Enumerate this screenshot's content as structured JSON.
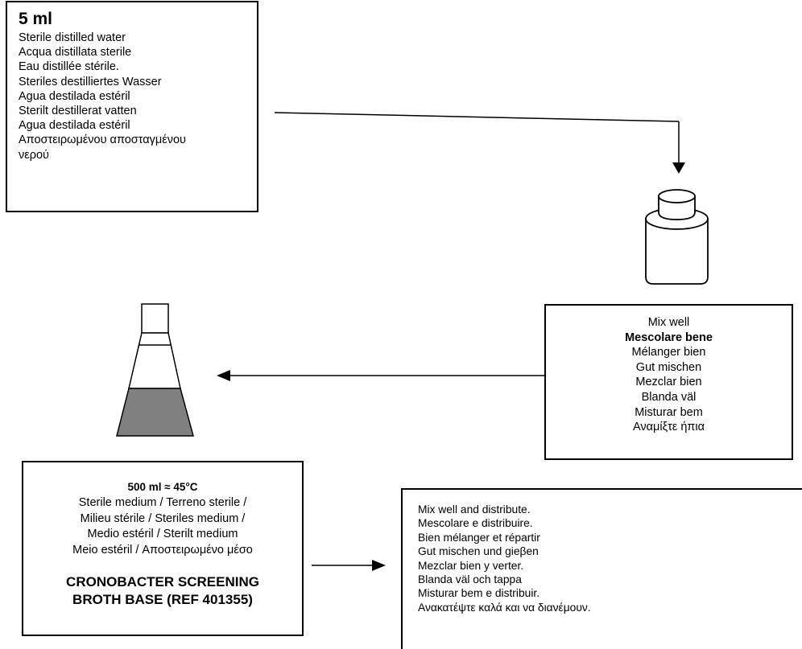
{
  "water_box": {
    "volume": "5  ml",
    "lines": [
      "Sterile distilled water",
      "Acqua distillata sterile",
      "Eau distillée stérile.",
      "Steriles destilliertes Wasser",
      "Agua destilada estéril",
      "Sterilt destillerat vatten",
      "Agua destilada estéril",
      "Αποστειρωμένου αποσταγμένου",
      "νερού"
    ]
  },
  "mix_box": {
    "lines": [
      "Mix well",
      "Mescolare bene",
      "Mélanger bien",
      "Gut mischen",
      "Mezclar bien",
      "Blanda väl",
      "Misturar bem",
      "Αναμίξτε ήπια"
    ]
  },
  "medium_box": {
    "heading": "500 ml  ≈ 45°C",
    "lines": [
      "Sterile medium / Terreno sterile /",
      "Milieu stérile / Steriles medium /",
      "Medio estéril / Sterilt medium",
      "Meio estéril /  Αποστειρωμένο μέσο"
    ],
    "title_lines": [
      "CRONOBACTER SCREENING",
      "BROTH BASE  (REF 401355)"
    ]
  },
  "distribute_box": {
    "lines": [
      "Mix well and distribute.",
      "Mescolare e distribuire.",
      "Bien mélanger et répartir",
      "Gut mischen und gieβen",
      "Mezclar bien y verter.",
      "Blanda väl och tappa",
      "Misturar bem e distribuir.",
      "Ανακατέψτε καλά και να διανέμουν."
    ]
  },
  "colors": {
    "ink": "#000000",
    "flask_liquid": "#808080",
    "background": "#ffffff"
  }
}
